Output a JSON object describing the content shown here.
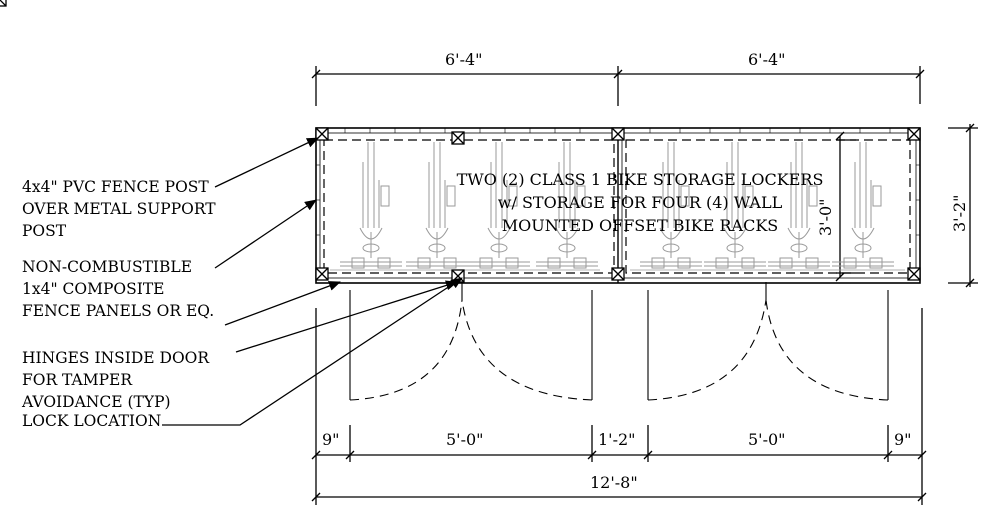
{
  "notes": {
    "fence_post": [
      "4x4\" PVC FENCE POST",
      "OVER METAL SUPPORT",
      "POST"
    ],
    "fence_panels": [
      "NON-COMBUSTIBLE",
      "1x4\" COMPOSITE",
      "FENCE PANELS OR EQ."
    ],
    "hinges": [
      "HINGES INSIDE DOOR",
      "FOR TAMPER",
      "AVOIDANCE (TYP)"
    ],
    "lock": "LOCK LOCATION"
  },
  "center_label": [
    "TWO (2) CLASS 1 BIKE STORAGE LOCKERS",
    "w/ STORAGE FOR FOUR (4) WALL",
    "MOUNTED OFFSET BIKE RACKS"
  ],
  "dimensions": {
    "top_left": "6'-4\"",
    "top_right": "6'-4\"",
    "inner_depth": "3'-0\"",
    "outer_depth": "3'-2\"",
    "bottom_segments": [
      "9\"",
      "5'-0\"",
      "1'-2\"",
      "5'-0\"",
      "9\""
    ],
    "overall": "12'-8\""
  }
}
